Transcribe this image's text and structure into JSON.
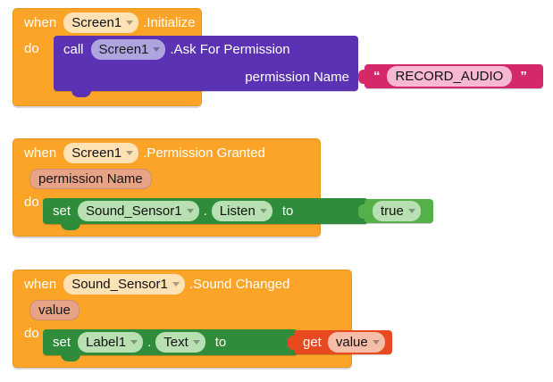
{
  "canvas": {
    "background": "#ffffff",
    "colors": {
      "event_orange": "#fca428",
      "method_purple": "#5b32b4",
      "setter_green": "#2f8c3b",
      "logic_green": "#56b04a",
      "text_magenta": "#d4286b",
      "variable_red": "#e8491f",
      "param_chip": "#e8a387"
    }
  },
  "blocks": [
    {
      "id": "block-1",
      "kind": "event",
      "when_label": "when",
      "component": "Screen1",
      "event_suffix": ".Initialize",
      "do_label": "do",
      "statement": {
        "kind": "method-call",
        "call_label": "call",
        "component": "Screen1",
        "method_suffix": ".Ask For Permission",
        "arg_label": "permission Name",
        "arg_value": {
          "kind": "text",
          "open_quote": "“",
          "close_quote": "”",
          "text": "RECORD_AUDIO"
        }
      }
    },
    {
      "id": "block-2",
      "kind": "event",
      "when_label": "when",
      "component": "Screen1",
      "event_suffix": ".Permission Granted",
      "param": "permission Name",
      "do_label": "do",
      "statement": {
        "kind": "setter",
        "set_label": "set",
        "component": "Sound_Sensor1",
        "separator": ".",
        "property": "Listen",
        "to_label": "to",
        "value": {
          "kind": "logic",
          "text": "true"
        }
      }
    },
    {
      "id": "block-3",
      "kind": "event",
      "when_label": "when",
      "component": "Sound_Sensor1",
      "event_suffix": ".Sound Changed",
      "param": "value",
      "do_label": "do",
      "statement": {
        "kind": "setter",
        "set_label": "set",
        "component": "Label1",
        "separator": ".",
        "property": "Text",
        "to_label": "to",
        "value": {
          "kind": "variable-get",
          "get_label": "get",
          "variable": "value"
        }
      }
    }
  ]
}
